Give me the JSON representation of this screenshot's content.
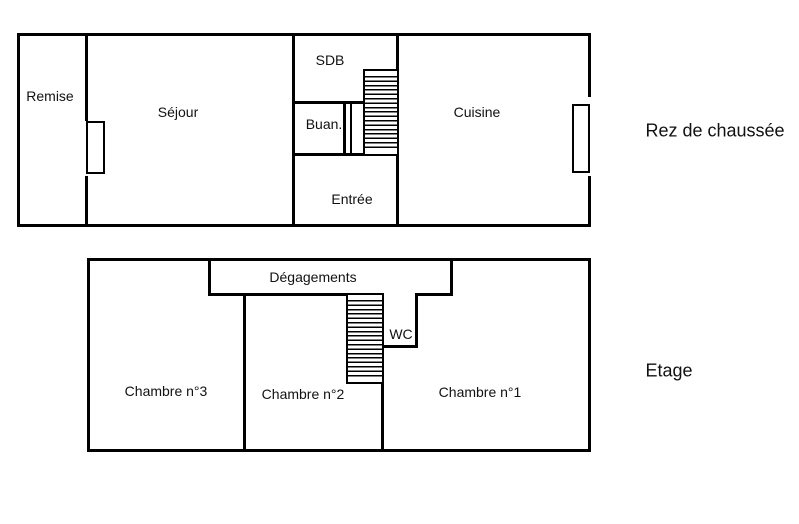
{
  "canvas": {
    "background": "#ffffff",
    "wall_color": "#000000",
    "text_color": "#111111"
  },
  "floors": [
    {
      "title": "Rez de chaussée",
      "rooms": [
        {
          "name": "Remise"
        },
        {
          "name": "Séjour"
        },
        {
          "name": "SDB"
        },
        {
          "name": "Buan."
        },
        {
          "name": "Entrée"
        },
        {
          "name": "Cuisine"
        }
      ]
    },
    {
      "title": "Etage",
      "rooms": [
        {
          "name": "Dégagements"
        },
        {
          "name": "Chambre n°3"
        },
        {
          "name": "Chambre n°2"
        },
        {
          "name": "Chambre n°1"
        },
        {
          "name": "WC"
        }
      ]
    }
  ]
}
